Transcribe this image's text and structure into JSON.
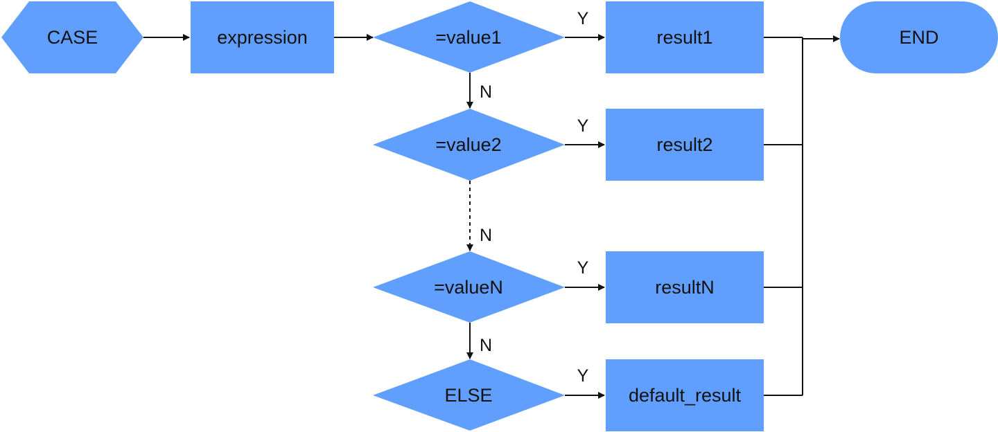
{
  "diagram": {
    "colors": {
      "shape_fill": "#619ffe",
      "line": "#111111",
      "text": "#111111"
    },
    "nodes": {
      "case": "CASE",
      "expression": "expression",
      "value1": "=value1",
      "value2": "=value2",
      "valueN": "=valueN",
      "else": "ELSE",
      "result1": "result1",
      "result2": "result2",
      "resultN": "resultN",
      "default_result": "default_result",
      "end": "END"
    },
    "edge_labels": {
      "yes": "Y",
      "no": "N"
    }
  }
}
